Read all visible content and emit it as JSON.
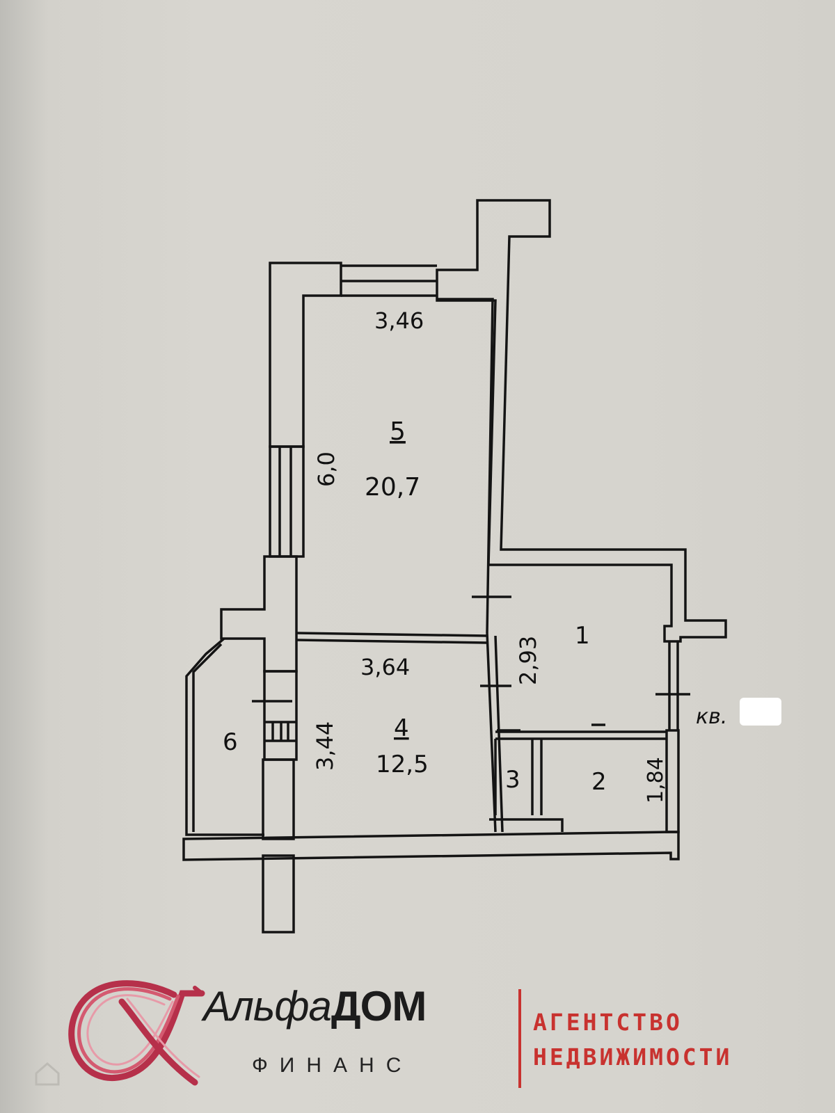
{
  "plan": {
    "rooms": [
      {
        "number": "1",
        "area": ""
      },
      {
        "number": "2",
        "area": ""
      },
      {
        "number": "3",
        "area": ""
      },
      {
        "number": "4",
        "area": "12,5"
      },
      {
        "number": "5",
        "area": "20,7"
      },
      {
        "number": "6",
        "area": ""
      }
    ],
    "dimensions": {
      "room5_width": "3,46",
      "room5_length": "6,0",
      "room4_width": "3,64",
      "room4_length": "3,44",
      "room1_length": "2,93",
      "room2_length": "1,84"
    },
    "apartment_label": "кв."
  },
  "brand": {
    "name_light": "Альфа",
    "name_bold": "ДОМ",
    "subtitle": "ФИНАНС",
    "agency_line1": "АГЕНТСТВО",
    "agency_line2": "НЕДВИЖИМОСТИ",
    "logo_icon": "alpha-ribbon-logo",
    "accent_color": "#c8322f"
  }
}
